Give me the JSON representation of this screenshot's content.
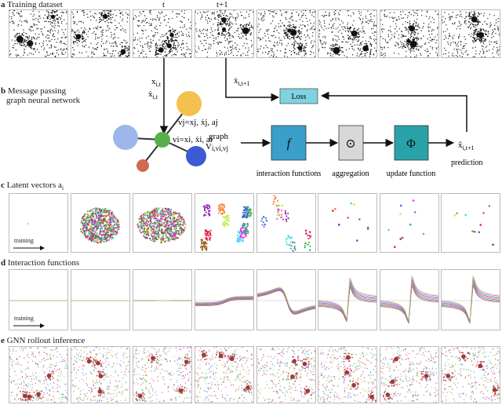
{
  "sections": {
    "a": {
      "letter": "a",
      "title": "Training dataset",
      "t_label": "t",
      "t1_label": "t+1"
    },
    "b": {
      "letter": "b",
      "title_line1": "Message passing",
      "title_line2": "graph neural network"
    },
    "c": {
      "letter": "c",
      "title": "Latent vectors a",
      "title_sub": "i",
      "training_label": "training"
    },
    "d": {
      "letter": "d",
      "title": "Interaction functions",
      "training_label": "training"
    },
    "e": {
      "letter": "e",
      "title": "GNN rollout inference"
    }
  },
  "diagram": {
    "x_label": "x",
    "x_sub": "i,t",
    "xdot_label": "ẋ",
    "xdot_sub": "i,t",
    "xdot_next_label": "ẋ",
    "xdot_next_sub": "i,t+1",
    "loss_label": "Loss",
    "node_j_label": "vj=xj, ẋj, aj",
    "node_i_label": "vi=xi, ẋi, ai",
    "graph_label_1": "graph",
    "graph_label_2": "V",
    "graph_label_3": "i,vi,vj",
    "f_symbol": "f",
    "agg_symbol": "⊙",
    "phi_symbol": "Φ",
    "interaction_label": "interaction functions",
    "aggregation_label": "aggregation",
    "update_label": "update function",
    "prediction_symbol": "x̂",
    "prediction_sub": "i,t+1",
    "prediction_label": "prediction",
    "colors": {
      "loss_box": "#7fd3e0",
      "f_box": "#3a9fc9",
      "agg_box": "#d8d8d8",
      "phi_box": "#2aa3a8"
    }
  }
}
